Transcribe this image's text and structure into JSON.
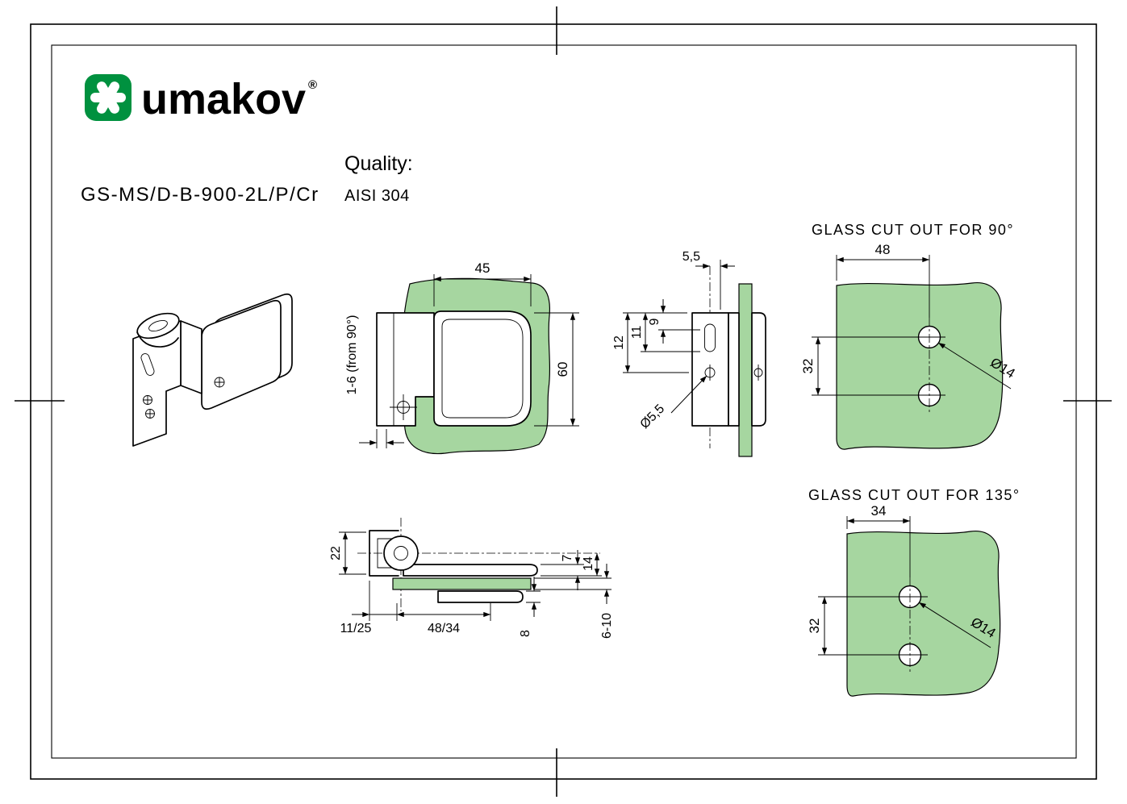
{
  "colors": {
    "brand_green": "#00913f",
    "glass_green": "#a6d6a0"
  },
  "brand": {
    "logo_text": "umakov",
    "registered_mark": "®"
  },
  "header": {
    "product_code": "GS-MS/D-B-900-2L/P/Cr",
    "quality_label": "Quality:",
    "quality_value": "AISI 304"
  },
  "views": {
    "front": {
      "dims": {
        "width": "45",
        "height": "60",
        "adjustment": "1-6 (from 90°)"
      }
    },
    "side": {
      "dims": {
        "offset": "5,5",
        "d9": "9",
        "d11": "11",
        "d12": "12",
        "hole": "Ø5,5"
      }
    },
    "bottom": {
      "dims": {
        "depth": "22",
        "wall_offset": "11/25",
        "clamp_length": "48/34",
        "d7": "7",
        "d14": "14",
        "plate_thickness": "8",
        "glass_thickness": "6-10"
      }
    },
    "cutout_90": {
      "title": "GLASS CUT OUT FOR 90°",
      "dims": {
        "edge_to_hole": "48",
        "hole_spacing": "32",
        "hole_diameter": "Ø14"
      }
    },
    "cutout_135": {
      "title": "GLASS CUT OUT FOR 135°",
      "dims": {
        "edge_to_hole": "34",
        "hole_spacing": "32",
        "hole_diameter": "Ø14"
      }
    }
  }
}
